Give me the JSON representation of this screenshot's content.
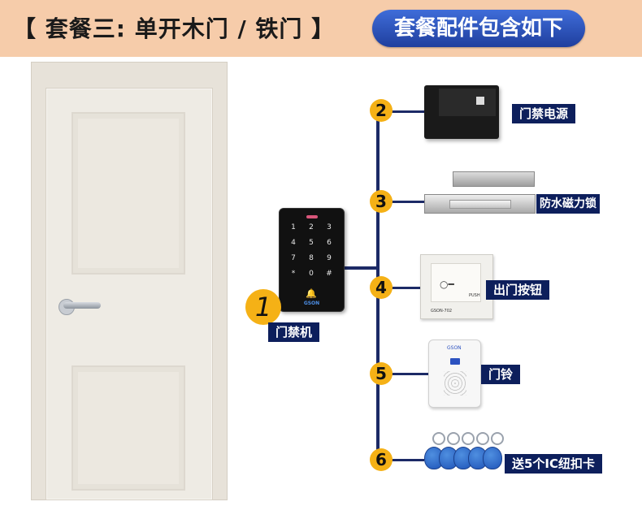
{
  "banner": {
    "title": "【 套餐三: 单开木门 / 铁门 】",
    "button": "套餐配件包含如下"
  },
  "items": [
    {
      "number": "1",
      "label": "门禁机"
    },
    {
      "number": "2",
      "label": "门禁电源"
    },
    {
      "number": "3",
      "label": "防水磁力锁"
    },
    {
      "number": "4",
      "label": "出门按钮"
    },
    {
      "number": "5",
      "label": "门铃"
    },
    {
      "number": "6",
      "label": "送5个IC纽扣卡"
    }
  ],
  "keypad": {
    "keys": [
      "1",
      "2",
      "3",
      "4",
      "5",
      "6",
      "7",
      "8",
      "9",
      "*",
      "0",
      "#"
    ],
    "brand": "GSON"
  },
  "exit_button": {
    "model": "GSON-702",
    "push": "PUSH"
  },
  "doorbell": {
    "brand": "GSON"
  },
  "colors": {
    "banner_bg": "#f6ccaa",
    "pill_bg": "#2c52c0",
    "tag_bg": "#0d1f5c",
    "number_circle": "#f5b116",
    "connector": "#1c2a66"
  }
}
